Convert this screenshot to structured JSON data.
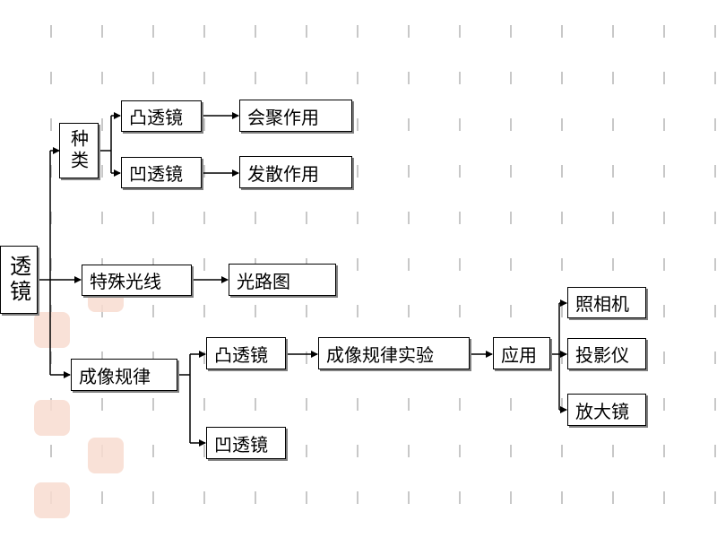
{
  "root": "透镜",
  "kinds": {
    "label": "种类",
    "convex": "凸透镜",
    "convex_effect": "会聚作用",
    "concave": "凹透镜",
    "concave_effect": "发散作用"
  },
  "special_rays": {
    "label": "特殊光线",
    "child": "光路图"
  },
  "imaging": {
    "label": "成像规律",
    "convex": "凸透镜",
    "concave": "凹透镜",
    "experiment": "成像规律实验",
    "application": "应用",
    "uses": [
      "照相机",
      "投影仪",
      "放大镜"
    ]
  },
  "colors": {
    "line": "#000000",
    "dash": "#c8c8c8",
    "seal": "#f8dcd0"
  }
}
